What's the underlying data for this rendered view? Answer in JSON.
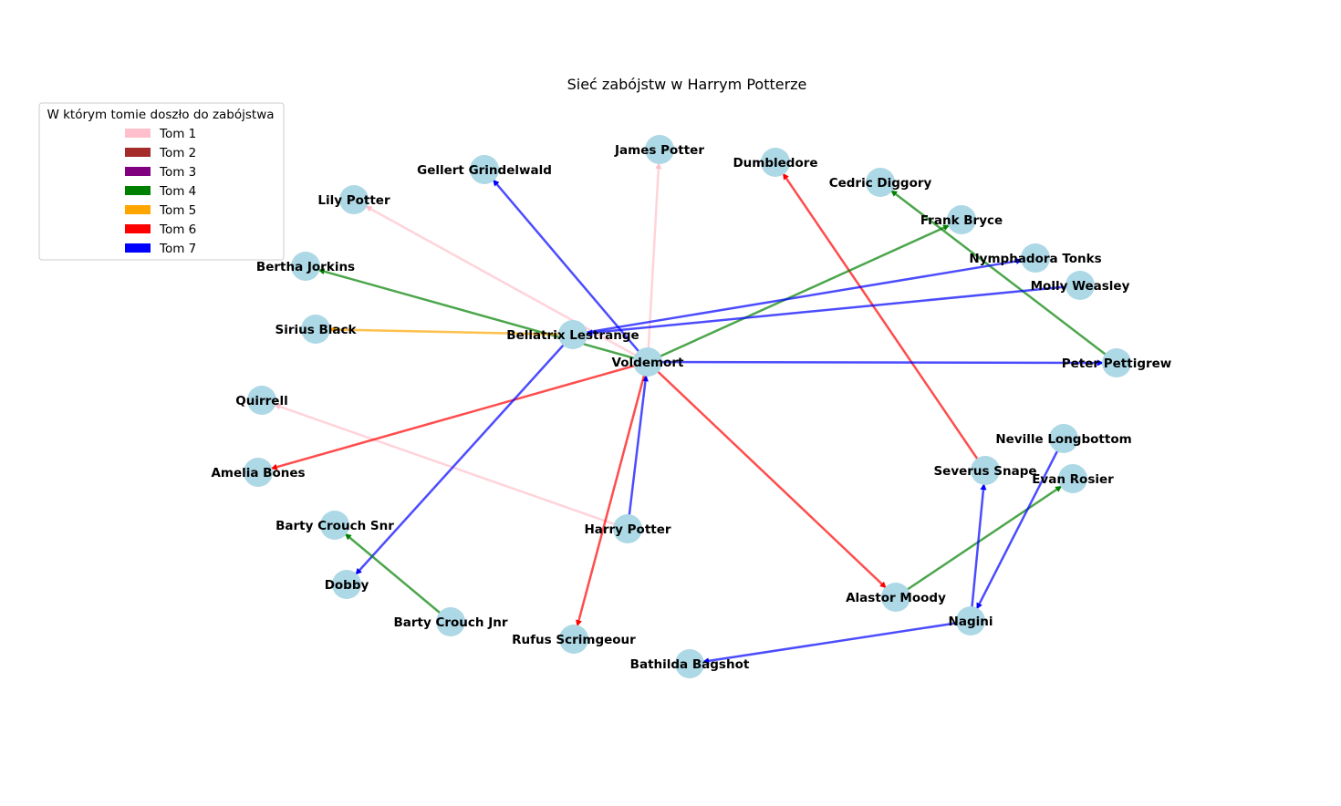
{
  "title": "Sieć zabójstw w Harrym Potterze",
  "legend": {
    "title": "W którym tomie doszło do zabójstwa",
    "items": [
      {
        "label": "Tom 1",
        "color": "#ffc0cb"
      },
      {
        "label": "Tom 2",
        "color": "#a52a2a"
      },
      {
        "label": "Tom 3",
        "color": "#800080"
      },
      {
        "label": "Tom 4",
        "color": "#008000"
      },
      {
        "label": "Tom 5",
        "color": "#ffa500"
      },
      {
        "label": "Tom 6",
        "color": "#ff0000"
      },
      {
        "label": "Tom 7",
        "color": "#0000ff"
      }
    ]
  },
  "node_color": "#add8e6",
  "nodes": [
    "James Potter",
    "Gellert Grindelwald",
    "Dumbledore",
    "Cedric Diggory",
    "Lily Potter",
    "Frank Bryce",
    "Nymphadora Tonks",
    "Bertha Jorkins",
    "Molly Weasley",
    "Sirius Black",
    "Bellatrix Lestrange",
    "Voldemort",
    "Peter Pettigrew",
    "Quirrell",
    "Neville Longbottom",
    "Severus Snape",
    "Evan Rosier",
    "Amelia Bones",
    "Barty Crouch Snr",
    "Harry Potter",
    "Dobby",
    "Alastor Moody",
    "Barty Crouch Jnr",
    "Nagini",
    "Rufus Scrimgeour",
    "Bathilda Bagshot"
  ],
  "edges": [
    {
      "from": "Voldemort",
      "to": "James Potter",
      "tom": "Tom 1"
    },
    {
      "from": "Voldemort",
      "to": "Lily Potter",
      "tom": "Tom 1"
    },
    {
      "from": "Harry Potter",
      "to": "Quirrell",
      "tom": "Tom 1"
    },
    {
      "from": "Voldemort",
      "to": "Gellert Grindelwald",
      "tom": "Tom 7"
    },
    {
      "from": "Severus Snape",
      "to": "Dumbledore",
      "tom": "Tom 6"
    },
    {
      "from": "Peter Pettigrew",
      "to": "Cedric Diggory",
      "tom": "Tom 4"
    },
    {
      "from": "Voldemort",
      "to": "Frank Bryce",
      "tom": "Tom 4"
    },
    {
      "from": "Voldemort",
      "to": "Bertha Jorkins",
      "tom": "Tom 4"
    },
    {
      "from": "Bellatrix Lestrange",
      "to": "Nymphadora Tonks",
      "tom": "Tom 7"
    },
    {
      "from": "Molly Weasley",
      "to": "Bellatrix Lestrange",
      "tom": "Tom 7"
    },
    {
      "from": "Bellatrix Lestrange",
      "to": "Sirius Black",
      "tom": "Tom 5"
    },
    {
      "from": "Voldemort",
      "to": "Peter Pettigrew",
      "tom": "Tom 7"
    },
    {
      "from": "Voldemort",
      "to": "Amelia Bones",
      "tom": "Tom 6"
    },
    {
      "from": "Bellatrix Lestrange",
      "to": "Dobby",
      "tom": "Tom 7"
    },
    {
      "from": "Harry Potter",
      "to": "Voldemort",
      "tom": "Tom 7"
    },
    {
      "from": "Voldemort",
      "to": "Rufus Scrimgeour",
      "tom": "Tom 6"
    },
    {
      "from": "Voldemort",
      "to": "Alastor Moody",
      "tom": "Tom 6"
    },
    {
      "from": "Barty Crouch Jnr",
      "to": "Barty Crouch Snr",
      "tom": "Tom 4"
    },
    {
      "from": "Alastor Moody",
      "to": "Evan Rosier",
      "tom": "Tom 4"
    },
    {
      "from": "Nagini",
      "to": "Severus Snape",
      "tom": "Tom 7"
    },
    {
      "from": "Neville Longbottom",
      "to": "Nagini",
      "tom": "Tom 7"
    },
    {
      "from": "Nagini",
      "to": "Bathilda Bagshot",
      "tom": "Tom 7"
    }
  ]
}
